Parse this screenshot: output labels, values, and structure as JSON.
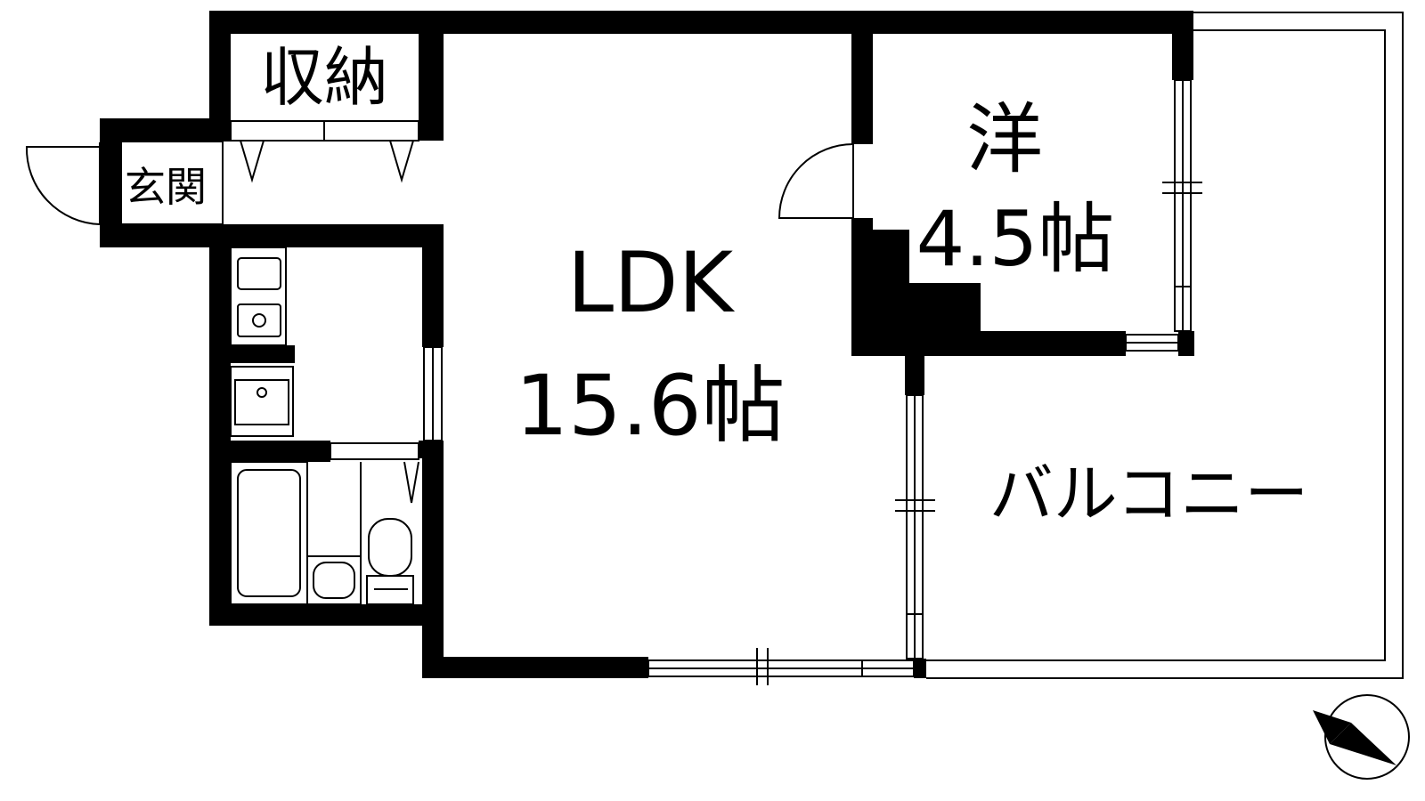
{
  "floorplan": {
    "rooms": {
      "storage": "収納",
      "entrance": "玄関",
      "ldk_name": "LDK",
      "ldk_size": "15.6帖",
      "western_name": "洋",
      "western_size": "4.5帖",
      "balcony": "バルコニー"
    },
    "compass": {
      "icon": "north-arrow-icon",
      "direction": "north-west"
    },
    "colors": {
      "walls": "#000000",
      "background": "#ffffff"
    }
  }
}
